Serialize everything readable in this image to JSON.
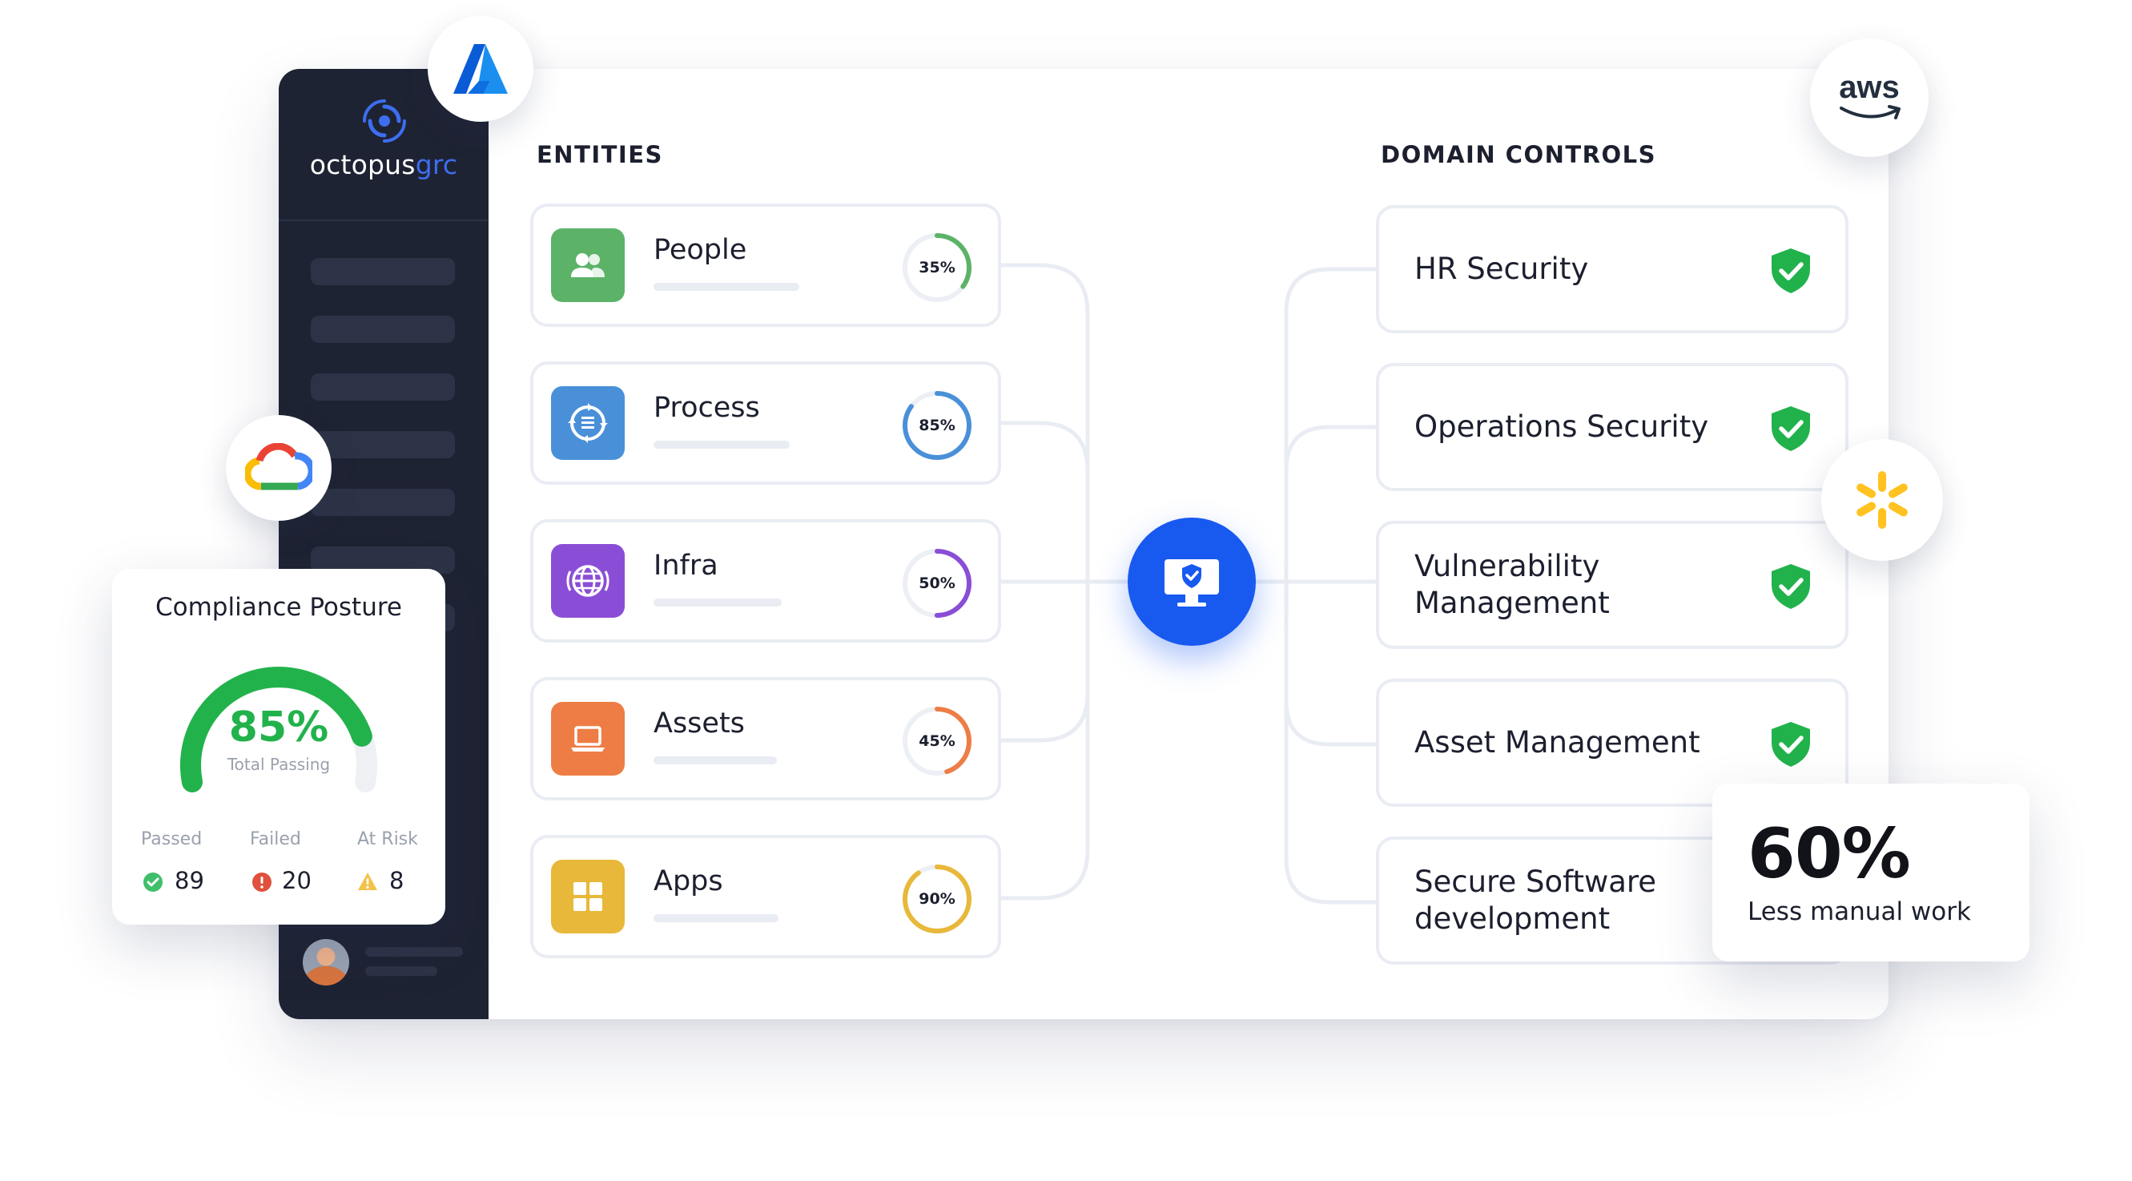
{
  "brand": {
    "name_main": "octopus",
    "name_accent": "grc"
  },
  "entities": {
    "title": "ENTITIES",
    "items": [
      {
        "label": "People",
        "percent": "35%",
        "value": 35,
        "color": "#5cb368",
        "icon": "people-icon"
      },
      {
        "label": "Process",
        "percent": "85%",
        "value": 85,
        "color": "#4a90d9",
        "icon": "process-icon"
      },
      {
        "label": "Infra",
        "percent": "50%",
        "value": 50,
        "color": "#8a4ed6",
        "icon": "globe-icon"
      },
      {
        "label": "Assets",
        "percent": "45%",
        "value": 45,
        "color": "#ee7d45",
        "icon": "laptop-icon"
      },
      {
        "label": "Apps",
        "percent": "90%",
        "value": 90,
        "color": "#e8b83a",
        "icon": "apps-grid-icon"
      }
    ]
  },
  "domain_controls": {
    "title": "DOMAIN CONTROLS",
    "items": [
      {
        "label": "HR Security",
        "status": "shield-check-icon"
      },
      {
        "label": "Operations Security",
        "status": "shield-check-icon"
      },
      {
        "label": "Vulnerability Management",
        "status": "shield-check-icon"
      },
      {
        "label": "Asset Management",
        "status": "shield-check-icon"
      },
      {
        "label": "Secure Software development",
        "status": ""
      }
    ]
  },
  "hub": {
    "icon": "monitor-shield-icon",
    "color": "#1859f0"
  },
  "integrations": {
    "azure": "azure-logo",
    "aws": "aws",
    "google_cloud": "google-cloud-logo",
    "walmart": "spark-logo"
  },
  "compliance": {
    "title": "Compliance Posture",
    "percent": "85%",
    "value": 85,
    "subtitle": "Total Passing",
    "passed_label": "Passed",
    "passed_value": "89",
    "failed_label": "Failed",
    "failed_value": "20",
    "at_risk_label": "At Risk",
    "at_risk_value": "8",
    "color": "#22b24c"
  },
  "manual_work": {
    "percent": "60%",
    "label": "Less manual work"
  }
}
